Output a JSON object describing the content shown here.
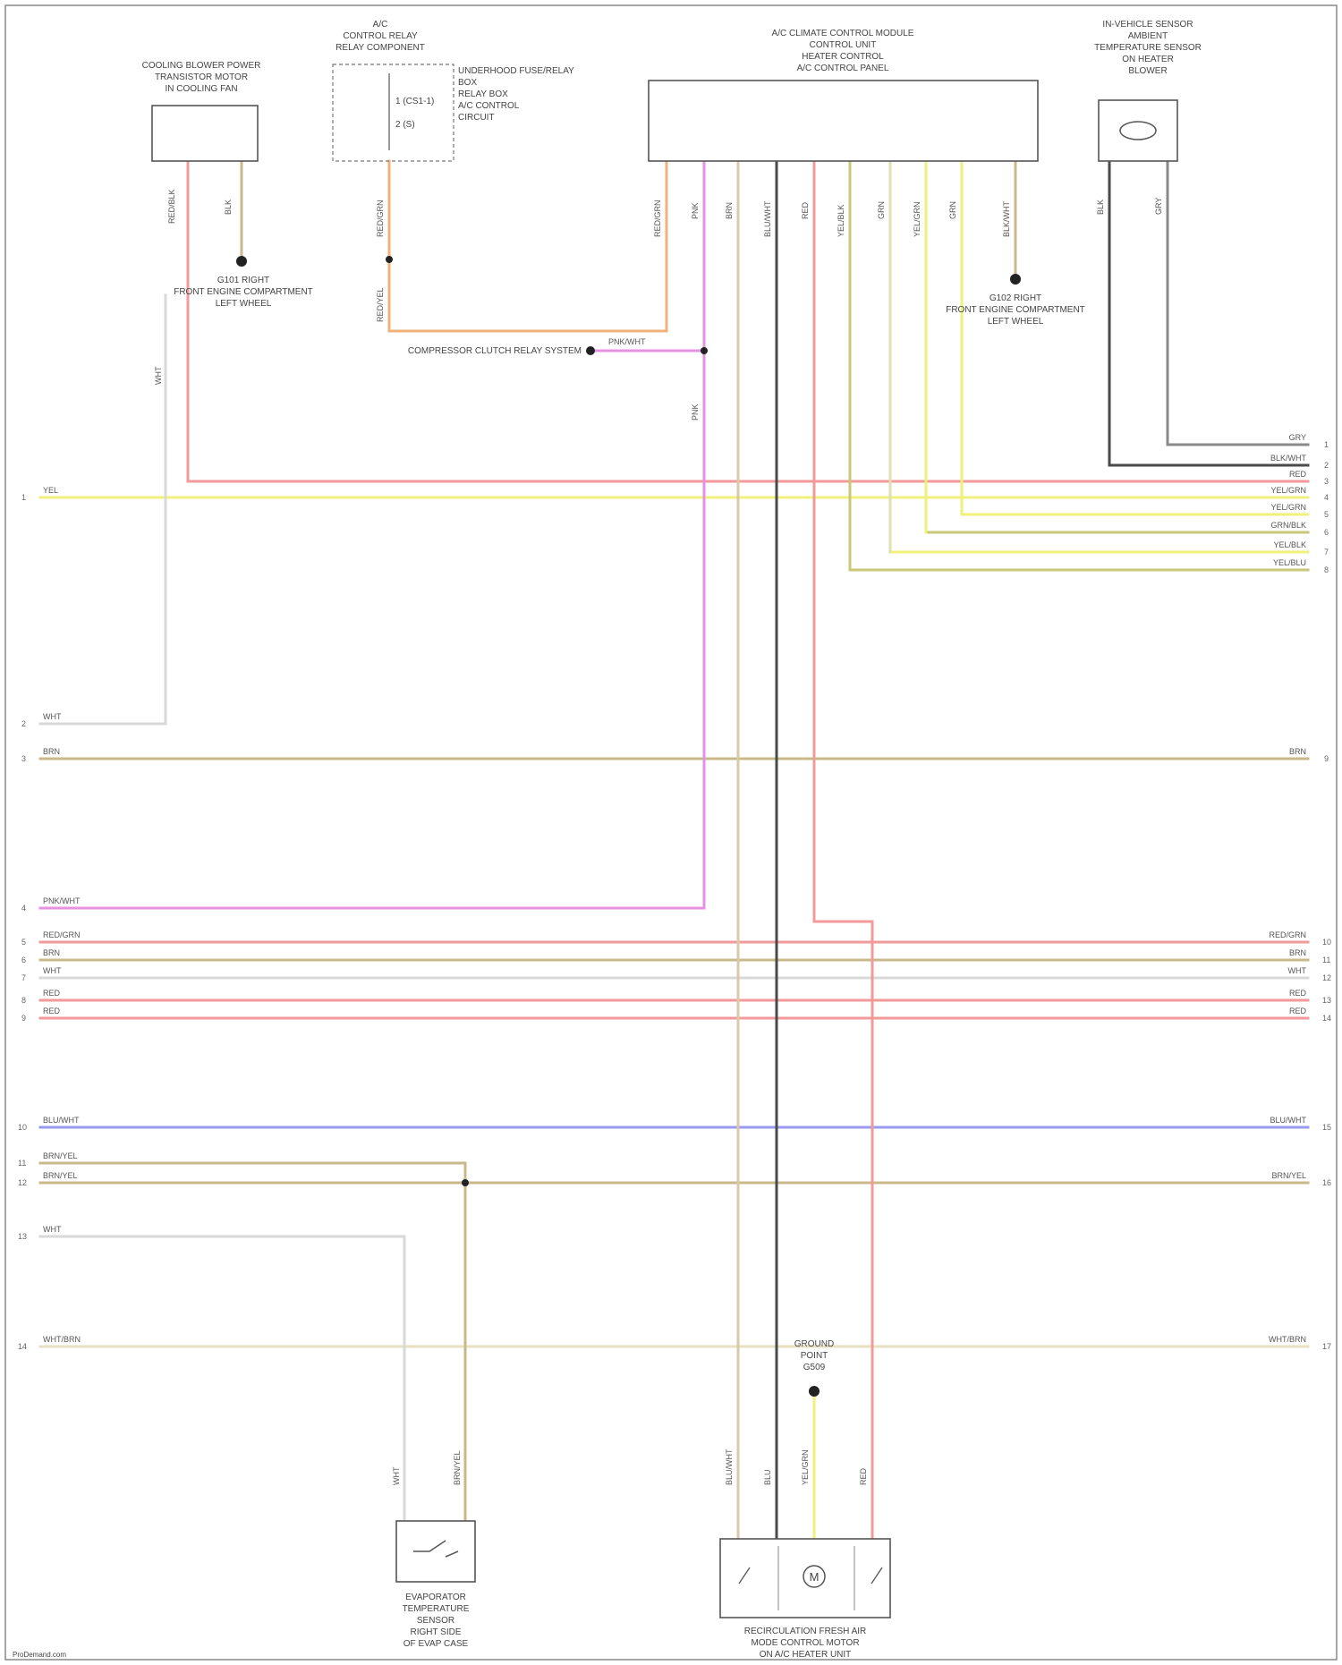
{
  "components": {
    "top_left_unit": {
      "title": [
        "COOLING BLOWER POWER",
        "TRANSISTOR MOTOR",
        "IN COOLING FAN"
      ]
    },
    "top_relay": {
      "title": [
        "A/C",
        "CONTROL RELAY",
        "RELAY COMPONENT"
      ],
      "side_note": [
        "UNDERHOOD FUSE/RELAY",
        "BOX",
        "RELAY BOX",
        "A/C CONTROL",
        "CIRCUIT"
      ],
      "contacts": [
        "1 (CS1-1)",
        "2 (S)"
      ]
    },
    "control_module": {
      "title": [
        "A/C CLIMATE CONTROL MODULE",
        "CONTROL UNIT",
        "HEATER CONTROL",
        "A/C CONTROL PANEL"
      ]
    },
    "top_right_sensor": {
      "title": [
        "IN-VEHICLE SENSOR",
        "AMBIENT",
        "TEMPERATURE SENSOR",
        "ON HEATER",
        "BLOWER"
      ]
    },
    "ground_left": {
      "label": [
        "G101 RIGHT",
        "FRONT ENGINE COMPARTMENT",
        "LEFT WHEEL"
      ]
    },
    "ground_right": {
      "label": [
        "G102 RIGHT",
        "FRONT ENGINE COMPARTMENT",
        "LEFT WHEEL"
      ]
    },
    "splice": {
      "label": "COMPRESSOR CLUTCH RELAY SYSTEM"
    },
    "bottom_left_sensor": {
      "title": [
        "EVAPORATOR",
        "TEMPERATURE",
        "SENSOR",
        "RIGHT SIDE",
        "OF EVAP CASE"
      ]
    },
    "bottom_center_unit": {
      "title": [
        "RECIRCULATION FRESH AIR",
        "MODE CONTROL MOTOR",
        "ON A/C HEATER UNIT"
      ],
      "ground_label": [
        "GROUND",
        "POINT",
        "G509"
      ]
    }
  },
  "wires": {
    "left_unit": [
      "RED/BLK",
      "BLK"
    ],
    "relay": [
      "RED/GRN",
      "RED/YEL"
    ],
    "module": [
      "RED/GRN",
      "PNK",
      "BRN",
      "BLU/WHT",
      "RED",
      "YEL/BLK",
      "GRN",
      "YEL/GRN",
      "GRN",
      "BLK/WHT"
    ],
    "sensor_right": [
      "GRY",
      "BLK"
    ],
    "left_feed": "WHT",
    "splice_tag": "PNK/WHT",
    "module_pnk": "PNK",
    "bottom_left": [
      "WHT",
      "BRN/YEL"
    ],
    "bottom_center": [
      "BLU/WHT",
      "BLU",
      "YEL/GRN",
      "RED"
    ]
  },
  "bus_lines": [
    {
      "left": "",
      "right": "GRY",
      "left_pin": "",
      "right_pin": "1"
    },
    {
      "left": "",
      "right": "BLK/WHT",
      "left_pin": "",
      "right_pin": "2"
    },
    {
      "left": "",
      "right": "RED",
      "left_pin": "",
      "right_pin": "3"
    },
    {
      "left": "YEL",
      "right": "YEL/GRN",
      "left_pin": "1",
      "right_pin": "4"
    },
    {
      "left": "",
      "right": "YEL/GRN",
      "left_pin": "",
      "right_pin": "5"
    },
    {
      "left": "",
      "right": "GRN/BLK",
      "left_pin": "",
      "right_pin": "6"
    },
    {
      "left": "",
      "right": "YEL/BLK",
      "left_pin": "",
      "right_pin": "7"
    },
    {
      "left": "",
      "right": "YEL/BLU",
      "left_pin": "",
      "right_pin": "8"
    },
    {
      "left": "WHT",
      "right": "",
      "left_pin": "2",
      "right_pin": ""
    },
    {
      "left": "BRN",
      "right": "BRN",
      "left_pin": "3",
      "right_pin": "9"
    },
    {
      "left": "PNK/WHT",
      "right": "",
      "left_pin": "4",
      "right_pin": ""
    },
    {
      "left": "RED/GRN",
      "right": "RED/GRN",
      "left_pin": "5",
      "right_pin": "10"
    },
    {
      "left": "BRN",
      "right": "BRN",
      "left_pin": "6",
      "right_pin": "11"
    },
    {
      "left": "WHT",
      "right": "WHT",
      "left_pin": "7",
      "right_pin": "12"
    },
    {
      "left": "RED",
      "right": "RED",
      "left_pin": "8",
      "right_pin": "13"
    },
    {
      "left": "RED",
      "right": "RED",
      "left_pin": "9",
      "right_pin": "14"
    },
    {
      "left": "BLU/WHT",
      "right": "BLU/WHT",
      "left_pin": "10",
      "right_pin": "15"
    },
    {
      "left": "BRN/YEL",
      "right": "",
      "left_pin": "11",
      "right_pin": ""
    },
    {
      "left": "BRN/YEL",
      "right": "BRN/YEL",
      "left_pin": "12",
      "right_pin": "16"
    },
    {
      "left": "WHT",
      "right": "",
      "left_pin": "13",
      "right_pin": ""
    },
    {
      "left": "WHT/BRN",
      "right": "WHT/BRN",
      "left_pin": "14",
      "right_pin": "17"
    }
  ],
  "colors": {
    "red": "#f29a9a",
    "orange": "#f0b27a",
    "yellow": "#f0f07a",
    "pink": "#e592e5",
    "tan": "#c9b98a",
    "gray": "#8a8a8a",
    "dark": "#4a4a4a",
    "blue": "#9a9af2",
    "white": "#d9d9d9",
    "green": "#bfe0a8",
    "olive": "#c8c878"
  },
  "footer": "ProDemand.com"
}
